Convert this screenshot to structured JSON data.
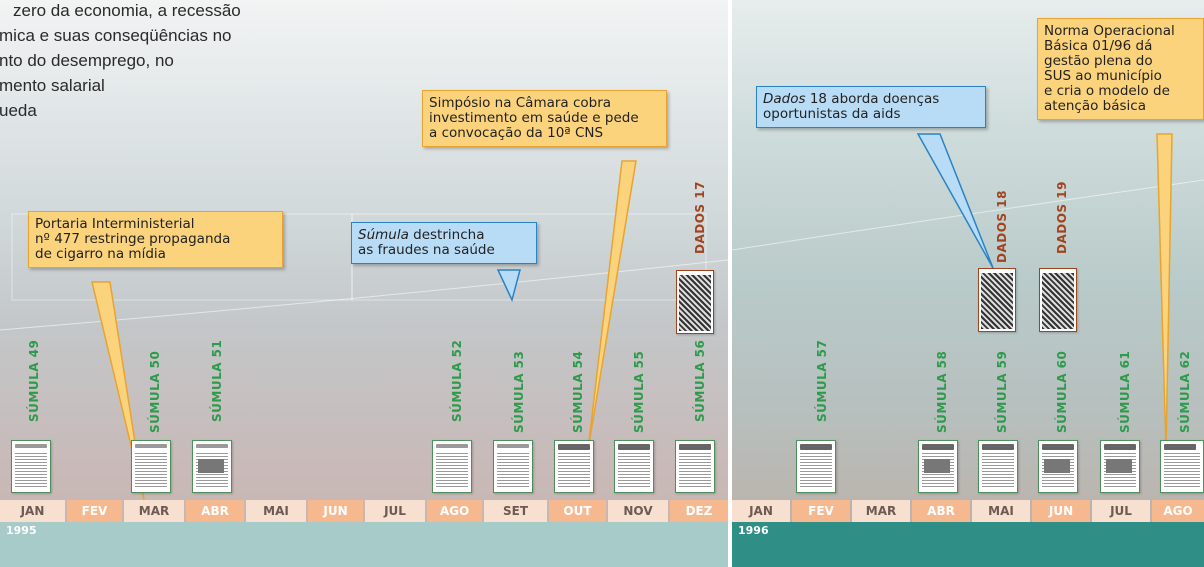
{
  "intro_lines": [
    "zero da economia, a recessão",
    "mica e suas conseqüências no",
    "nto do desemprego, no",
    "mento salarial",
    "ueda"
  ],
  "callouts": {
    "portaria": [
      "Portaria Interministerial",
      "nº 477 restringe propaganda",
      "de cigarro na mídia"
    ],
    "sumula_fraudes": {
      "italic": "Súmula",
      "rest1": " destrincha",
      "line2": "as fraudes na saúde"
    },
    "simposio": [
      "Simpósio na Câmara cobra",
      "investimento em saúde e pede",
      "a convocação da 10ª CNS"
    ],
    "dados18": {
      "italic": "Dados",
      "rest1": " 18 aborda doenças",
      "line2": "oportunistas da aids"
    },
    "norma": [
      "Norma Operacional",
      "Básica 01/96 dá",
      "gestão plena do",
      "SUS ao município",
      "e cria o modelo de",
      "atenção básica"
    ]
  },
  "publications": [
    {
      "label": "SÚMULA 49",
      "type": "sumula"
    },
    {
      "label": "SÚMULA 50",
      "type": "sumula"
    },
    {
      "label": "SÚMULA 51",
      "type": "sumula"
    },
    {
      "label": "SÚMULA 52",
      "type": "sumula"
    },
    {
      "label": "SÚMULA 53",
      "type": "sumula"
    },
    {
      "label": "SÚMULA 54",
      "type": "sumula"
    },
    {
      "label": "SÚMULA 55",
      "type": "sumula"
    },
    {
      "label": "SÚMULA 56",
      "type": "sumula"
    },
    {
      "label": "DADOS 17",
      "type": "dados"
    },
    {
      "label": "SÚMULA 57",
      "type": "sumula"
    },
    {
      "label": "SÚMULA 58",
      "type": "sumula"
    },
    {
      "label": "SÚMULA 59",
      "type": "sumula"
    },
    {
      "label": "DADOS 18",
      "type": "dados"
    },
    {
      "label": "SÚMULA 60",
      "type": "sumula"
    },
    {
      "label": "DADOS 19",
      "type": "dados"
    },
    {
      "label": "SÚMULA 61",
      "type": "sumula"
    },
    {
      "label": "SÚMULA 62",
      "type": "sumula"
    }
  ],
  "months": [
    "JAN",
    "FEV",
    "MAR",
    "ABR",
    "MAI",
    "JUN",
    "JUL",
    "AGO",
    "SET",
    "OUT",
    "NOV",
    "DEZ",
    "JAN",
    "FEV",
    "MAR",
    "ABR",
    "MAI",
    "JUN",
    "JUL",
    "AGO"
  ],
  "years": {
    "y1995": "1995",
    "y1996": "1996"
  },
  "colors": {
    "sumula_label": "#2e9a4b",
    "dados_label": "#a3431d",
    "callout_yellow": "#fbd37c",
    "callout_blue": "#b9dcf6",
    "year1995": "#a6cbc8",
    "year1996": "#2f8f86"
  }
}
